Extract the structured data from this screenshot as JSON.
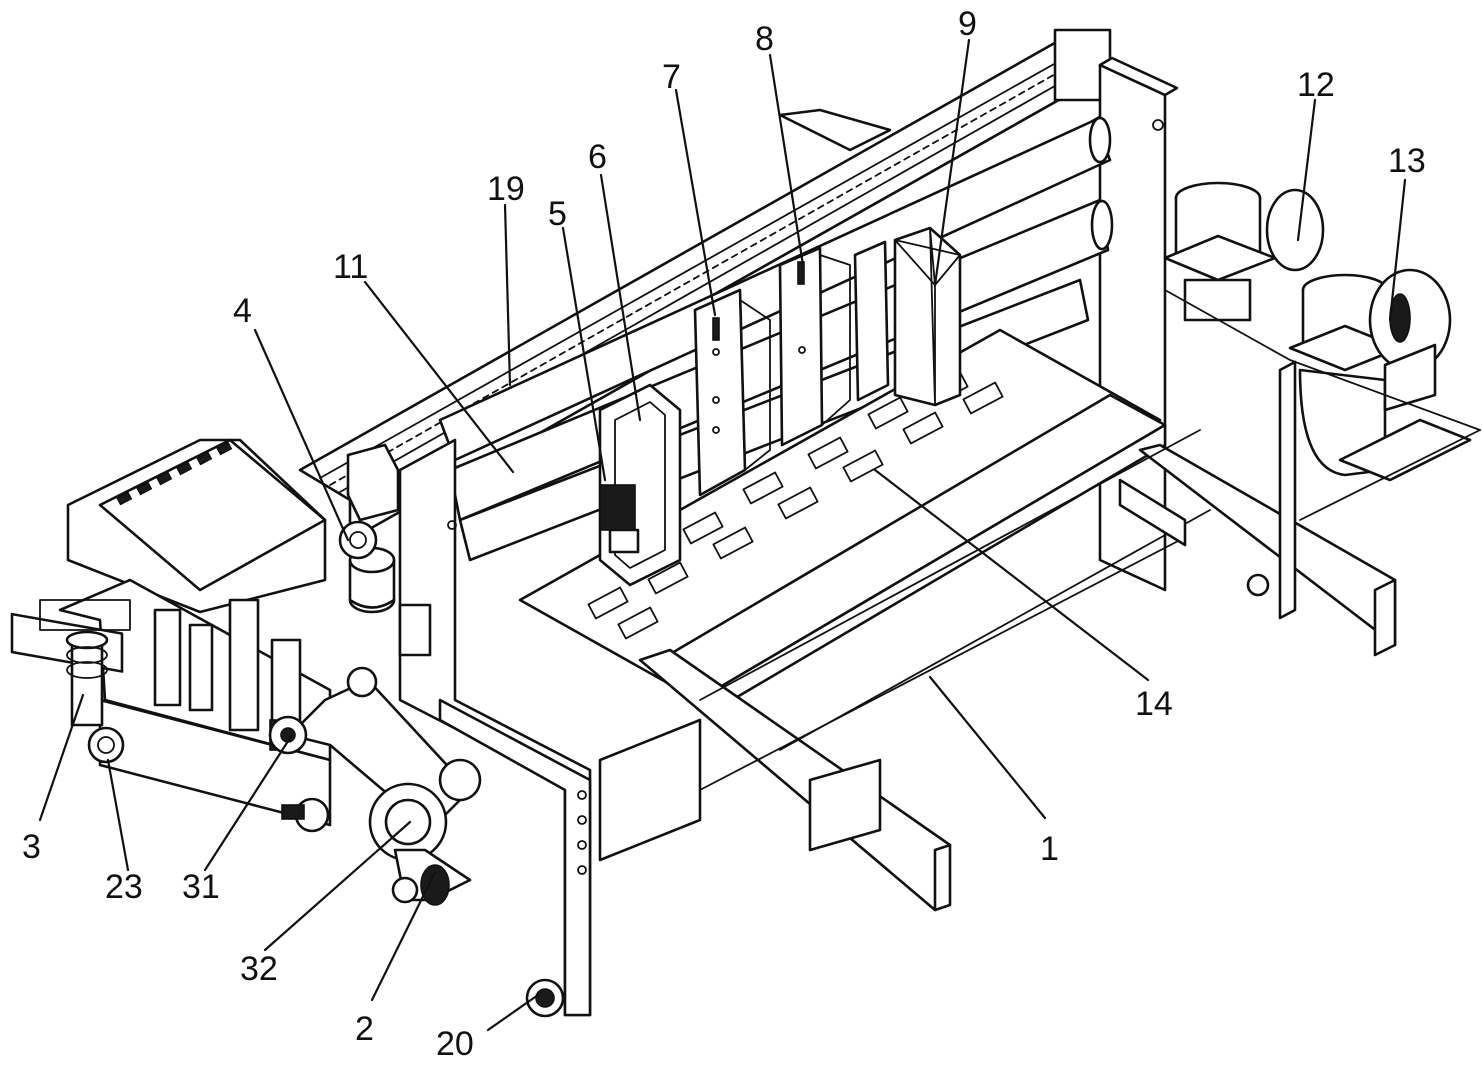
{
  "figure": {
    "type": "machine-perspective-drawing",
    "colors": {
      "line": "#111111",
      "background": "#ffffff",
      "shade": "#eeeeee"
    }
  },
  "callouts": [
    {
      "id": "c1",
      "label": "1"
    },
    {
      "id": "c2",
      "label": "2"
    },
    {
      "id": "c3",
      "label": "3"
    },
    {
      "id": "c4",
      "label": "4"
    },
    {
      "id": "c5",
      "label": "5"
    },
    {
      "id": "c6",
      "label": "6"
    },
    {
      "id": "c7",
      "label": "7"
    },
    {
      "id": "c8",
      "label": "8"
    },
    {
      "id": "c9",
      "label": "9"
    },
    {
      "id": "c11",
      "label": "11"
    },
    {
      "id": "c12",
      "label": "12"
    },
    {
      "id": "c13",
      "label": "13"
    },
    {
      "id": "c14",
      "label": "14"
    },
    {
      "id": "c19",
      "label": "19"
    },
    {
      "id": "c20",
      "label": "20"
    },
    {
      "id": "c23",
      "label": "23"
    },
    {
      "id": "c31",
      "label": "31"
    },
    {
      "id": "c32",
      "label": "32"
    }
  ]
}
